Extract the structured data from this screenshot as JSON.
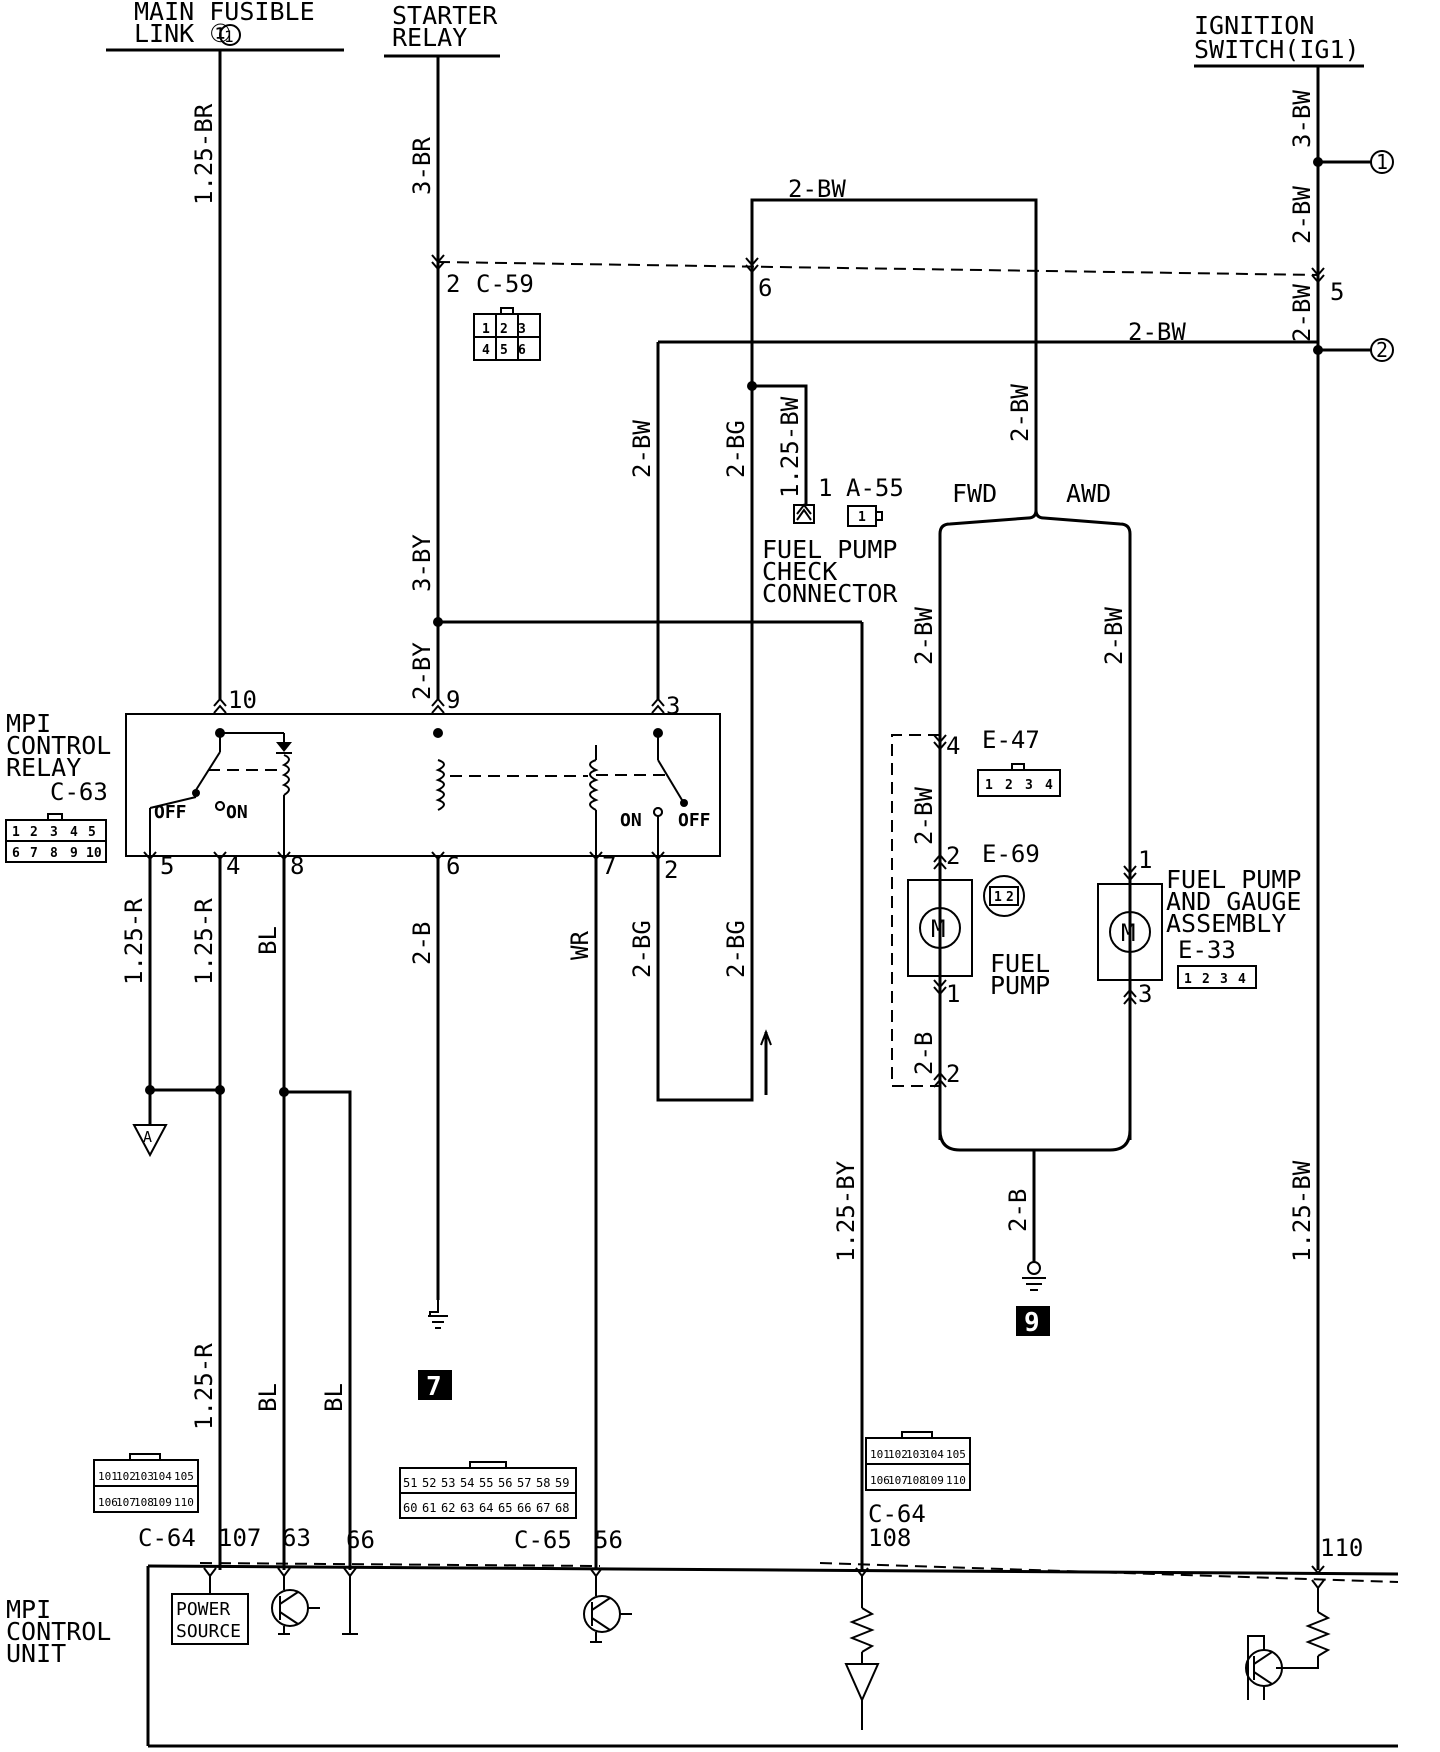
{
  "headers": {
    "main_fusible_link": [
      "MAIN FUSIBLE",
      "LINK ①"
    ],
    "starter_relay": [
      "STARTER",
      "RELAY"
    ],
    "ignition_switch": [
      "IGNITION",
      "SWITCH(IG1)"
    ]
  },
  "wires": {
    "w_1_25_br": "1.25-BR",
    "w_3_br": "3-BR",
    "w_3_bw": "3-BW",
    "w_2_bw_top": "2-BW",
    "w_2_bw_ign": "2-BW",
    "w_2_bw_ign2": "2-BW",
    "w_2_bw_h": "2-BW",
    "w_2_bw_left": "2-BW",
    "w_2_bg_a": "2-BG",
    "w_1_25_bw_chk": "1.25-BW",
    "w_2_bw_r": "2-BW",
    "w_3_by": "3-BY",
    "w_2_by": "2-BY",
    "w_2_bw_fwd": "2-BW",
    "w_2_bw_awd": "2-BW",
    "w_2_bw_fp": "2-BW",
    "w_2_b_fp": "2-B",
    "w_1_25_r_a": "1.25-R",
    "w_1_25_r_b": "1.25-R",
    "w_bl_a": "BL",
    "w_2_b_6": "2-B",
    "w_wr": "WR",
    "w_2_bg_b": "2-BG",
    "w_2_bg_c": "2-BG",
    "w_1_25_by": "1.25-BY",
    "w_2_b_gnd": "2-B",
    "w_1_25_bw": "1.25-BW",
    "w_1_25_r_c": "1.25-R",
    "w_bl_b": "BL",
    "w_bl_c": "BL"
  },
  "connectors": {
    "c59": "C-59",
    "a55": "A-55",
    "c63": "C-63",
    "e47": "E-47",
    "e69": "E-69",
    "e33": "E-33",
    "c64_a": "C-64",
    "c64_b": "C-64",
    "c65": "C-65"
  },
  "pins": {
    "p2": "2",
    "p6": "6",
    "p5": "5",
    "p1": "1",
    "r10": "10",
    "r9": "9",
    "r3": "3",
    "r5": "5",
    "r4": "4",
    "r8": "8",
    "r6": "6",
    "r7": "7",
    "r2": "2",
    "e4": "4",
    "e2": "2",
    "e1": "1",
    "e2b": "2",
    "a1": "1",
    "a3": "3",
    "u107": "107",
    "u63": "63",
    "u66": "66",
    "u56": "56",
    "u108": "108",
    "u110": "110"
  },
  "connector_pins": {
    "c59": [
      "1",
      "2",
      "3",
      "4",
      "5",
      "6"
    ],
    "a55": [
      "1"
    ],
    "c63": [
      "1",
      "2",
      "3",
      "4",
      "5",
      "6",
      "7",
      "8",
      "9",
      "10"
    ],
    "e47": [
      "1",
      "2",
      "3",
      "4"
    ],
    "e69": [
      "1",
      "2"
    ],
    "e33": [
      "1",
      "2",
      "3",
      "4"
    ],
    "c64": [
      "101",
      "102",
      "103",
      "104",
      "105",
      "106",
      "107",
      "108",
      "109",
      "110"
    ],
    "c65": [
      "51",
      "52",
      "53",
      "54",
      "55",
      "56",
      "57",
      "58",
      "59",
      "60",
      "61",
      "62",
      "63",
      "64",
      "65",
      "66",
      "67",
      "68"
    ]
  },
  "labels": {
    "fuel_pump_check": [
      "FUEL PUMP",
      "CHECK",
      "CONNECTOR"
    ],
    "mpi_control_relay": [
      "MPI",
      "CONTROL",
      "RELAY"
    ],
    "fwd": "FWD",
    "awd": "AWD",
    "fuel_pump": [
      "FUEL",
      "PUMP"
    ],
    "fuel_pump_gauge": [
      "FUEL PUMP",
      "AND GAUGE",
      "ASSEMBLY"
    ],
    "off_left": "OFF",
    "on_left": "ON",
    "on_right": "ON",
    "off_right": "OFF",
    "mpi_control_unit": [
      "MPI",
      "CONTROL",
      "UNIT"
    ],
    "power_source": [
      "POWER",
      "SOURCE"
    ],
    "ground_a": "A",
    "ground_7": "7",
    "ground_9": "9",
    "ref_1": "1",
    "ref_2": "2",
    "fuse_ref": "1"
  }
}
